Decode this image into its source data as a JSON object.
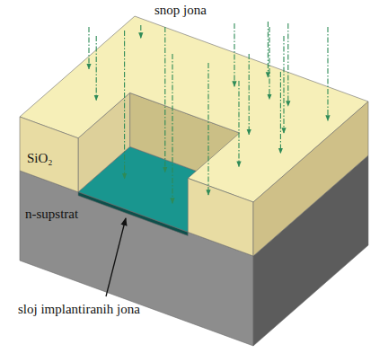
{
  "diagram": {
    "labels": [
      "snop jona",
      "SiO₂",
      "n-supstrat",
      "sloj implantiranih jona"
    ]
  }
}
